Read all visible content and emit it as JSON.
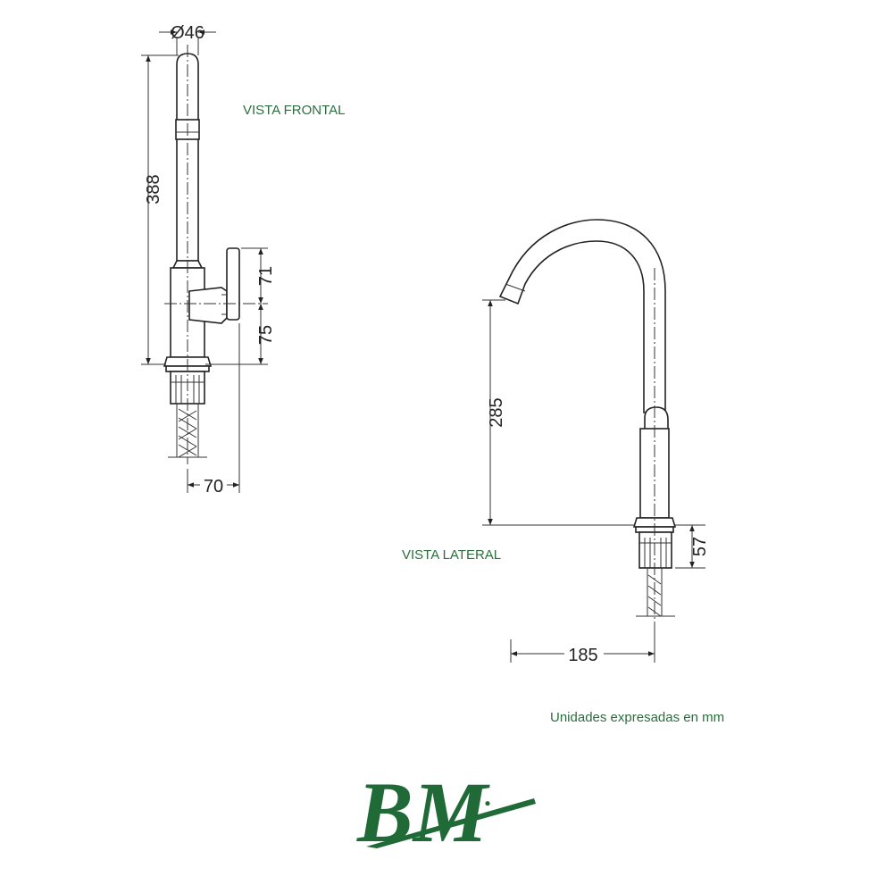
{
  "views": {
    "front_label": "VISTA FRONTAL",
    "side_label": "VISTA LATERAL"
  },
  "dimensions": {
    "diameter": "Ø46",
    "total_height": "388",
    "handle_upper": "71",
    "handle_lower": "75",
    "front_depth": "70",
    "spout_height": "285",
    "base_height": "57",
    "reach": "185"
  },
  "units_note": "Unidades expresadas en mm",
  "logo": {
    "text": "BM.",
    "color": "#1f6a37"
  },
  "colors": {
    "label_green": "#2b6e3d",
    "line": "#222222"
  }
}
